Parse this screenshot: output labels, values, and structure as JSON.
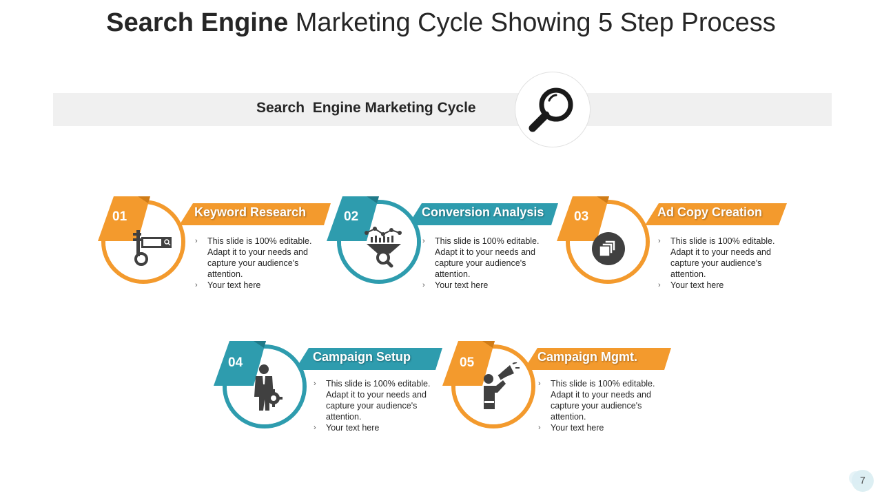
{
  "title": {
    "bold": "Search Engine",
    "rest": "Marketing Cycle Showing 5 Step Process"
  },
  "banner": {
    "text": "Search  Engine Marketing Cycle"
  },
  "colors": {
    "orange": "#f39a2d",
    "teal": "#2e9cae",
    "icon": "#404040"
  },
  "steps": [
    {
      "num": "01",
      "title": "Keyword Research",
      "color": "orange",
      "icon": "key-search-icon",
      "line1": "This slide is 100% editable. Adapt it to your needs and capture your audience's attention.",
      "line2": "Your text here"
    },
    {
      "num": "02",
      "title": "Conversion Analysis",
      "color": "teal",
      "icon": "funnel-analysis-icon",
      "line1": "This slide is 100% editable. Adapt it to your needs and capture your audience's attention.",
      "line2": "Your text here"
    },
    {
      "num": "03",
      "title": "Ad Copy Creation",
      "color": "orange",
      "icon": "copy-layers-icon",
      "line1": "This slide is 100% editable. Adapt it to your needs and capture your audience's attention.",
      "line2": "Your text here"
    },
    {
      "num": "04",
      "title": "Campaign Setup",
      "color": "teal",
      "icon": "businessman-gear-icon",
      "line1": "This slide is 100% editable. Adapt it to your needs and capture your audience's attention.",
      "line2": "Your text here"
    },
    {
      "num": "05",
      "title": "Campaign Mgmt.",
      "color": "orange",
      "icon": "megaphone-person-icon",
      "line1": "This slide is 100% editable. Adapt it to your needs and capture your audience's attention.",
      "line2": "Your text here"
    }
  ],
  "page_number": "7"
}
